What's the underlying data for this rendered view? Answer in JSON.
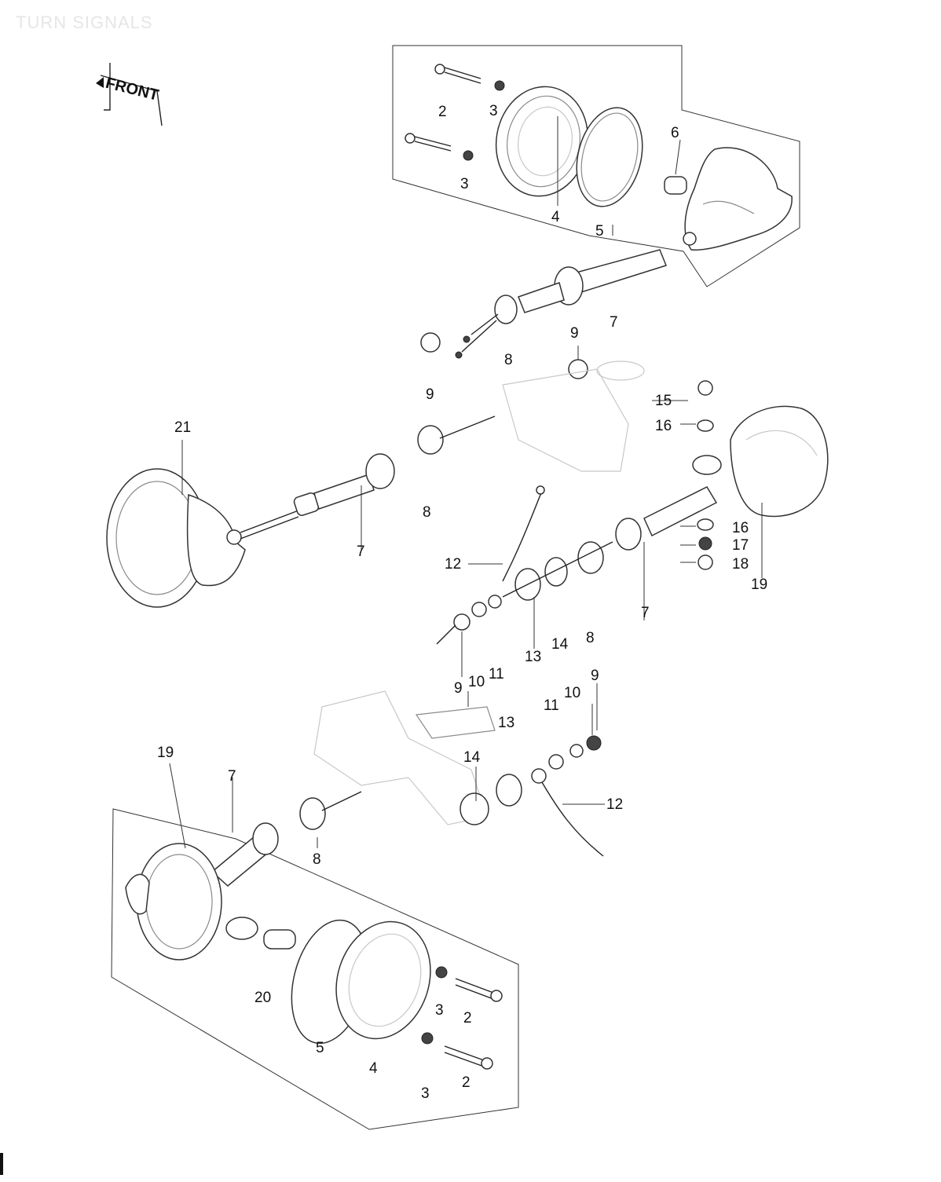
{
  "title": "TURN SIGNALS",
  "front_label": "FRONT",
  "callouts": {
    "c2a": "2",
    "c3a": "3",
    "c3b": "3",
    "c4a": "4",
    "c5a": "5",
    "c6": "6",
    "c7a": "7",
    "c9a": "9",
    "c8a": "8",
    "c9b": "9",
    "c15": "15",
    "c16a": "16",
    "c21": "21",
    "c8b": "8",
    "c7b": "7",
    "c12a": "12",
    "c16b": "16",
    "c17": "17",
    "c18": "18",
    "c19a": "19",
    "c7c": "7",
    "c8c": "8",
    "c14a": "14",
    "c13a": "13",
    "c9c": "9",
    "c10a": "10",
    "c11a": "11",
    "c9d": "9",
    "c10b": "10",
    "c11b": "11",
    "c13b": "13",
    "c14b": "14",
    "c12b": "12",
    "c19b": "19",
    "c7d": "7",
    "c8d": "8",
    "c20": "20",
    "c3c": "3",
    "c2b": "2",
    "c5b": "5",
    "c4b": "4",
    "c3d": "3",
    "c2c": "2"
  }
}
